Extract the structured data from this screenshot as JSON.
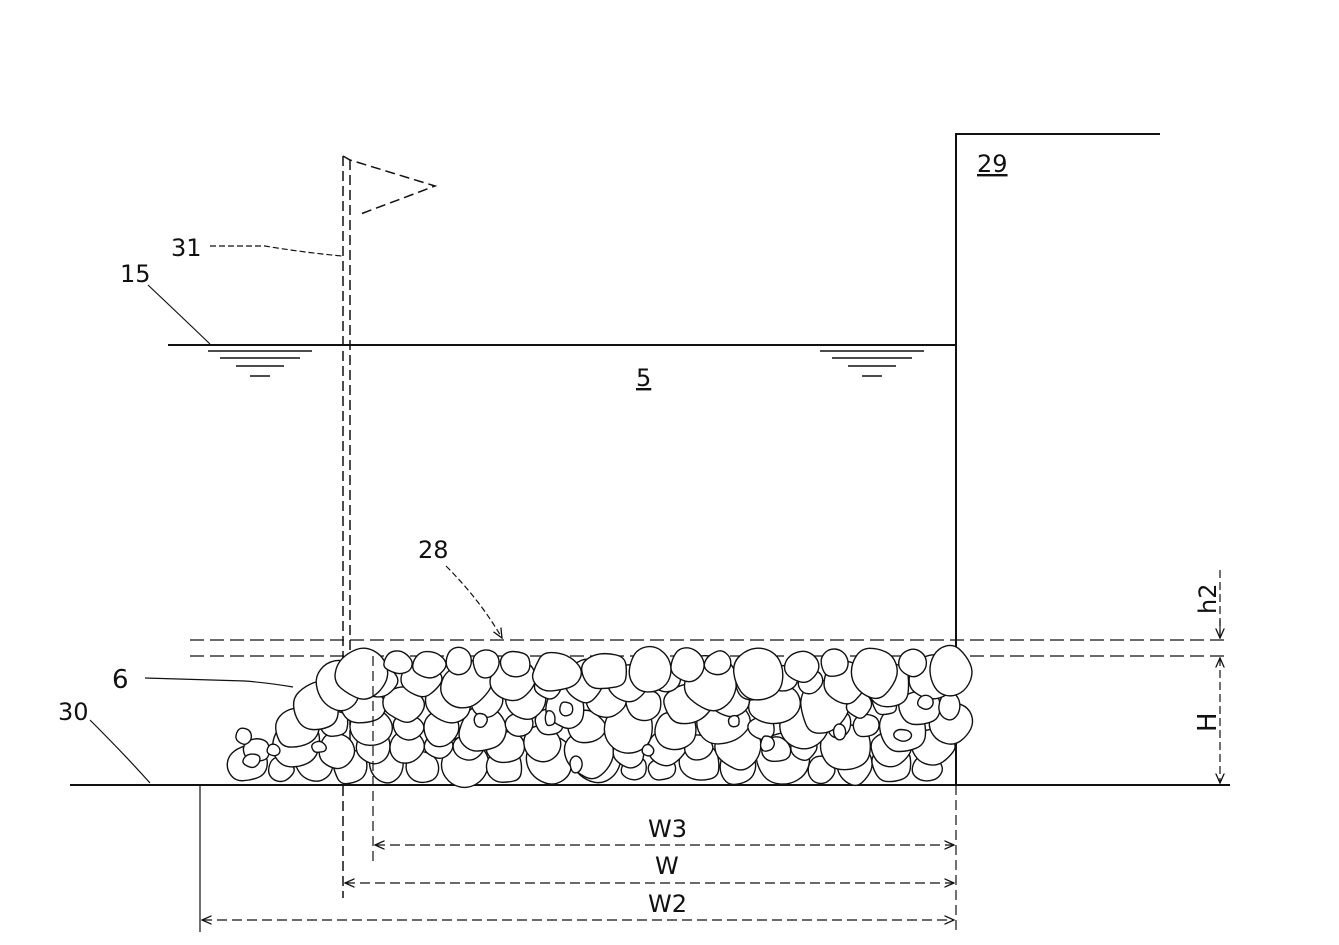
{
  "labels": {
    "ref_29": "29",
    "ref_31": "31",
    "ref_15": "15",
    "ref_5": "5",
    "ref_28": "28",
    "ref_6": "6",
    "ref_30": "30",
    "dim_h2": "h2",
    "dim_H": "H",
    "dim_W3": "W3",
    "dim_W": "W",
    "dim_W2": "W2"
  },
  "colors": {
    "line": "#111111",
    "fill": "#ffffff"
  }
}
